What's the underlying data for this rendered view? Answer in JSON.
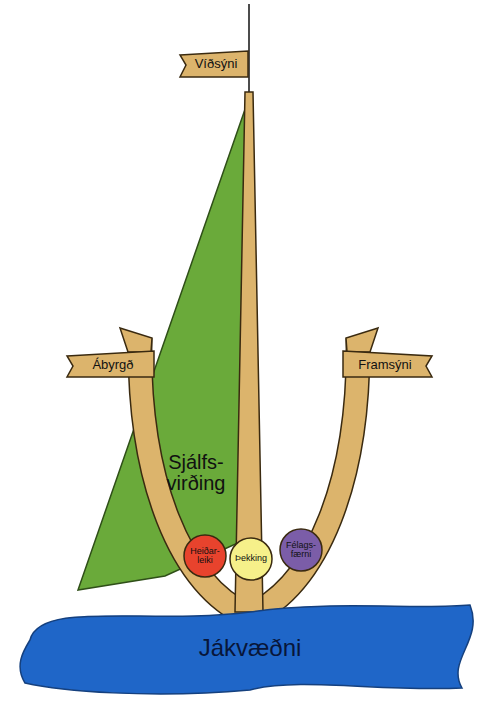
{
  "diagram": {
    "nodes": [
      {
        "text": [
          "Víðsýni"
        ]
      },
      {
        "text": [
          "Ábyrgð"
        ]
      },
      {
        "text": [
          "Framsýni"
        ]
      },
      {
        "text": [
          "Sjálfs- virðing"
        ]
      },
      {
        "text": [
          "Heiðar- leiki"
        ]
      },
      {
        "text": [
          "Þekking"
        ]
      },
      {
        "text": [
          "Félags- færni"
        ]
      },
      {
        "text": [
          "Jákvæðni"
        ]
      }
    ]
  }
}
